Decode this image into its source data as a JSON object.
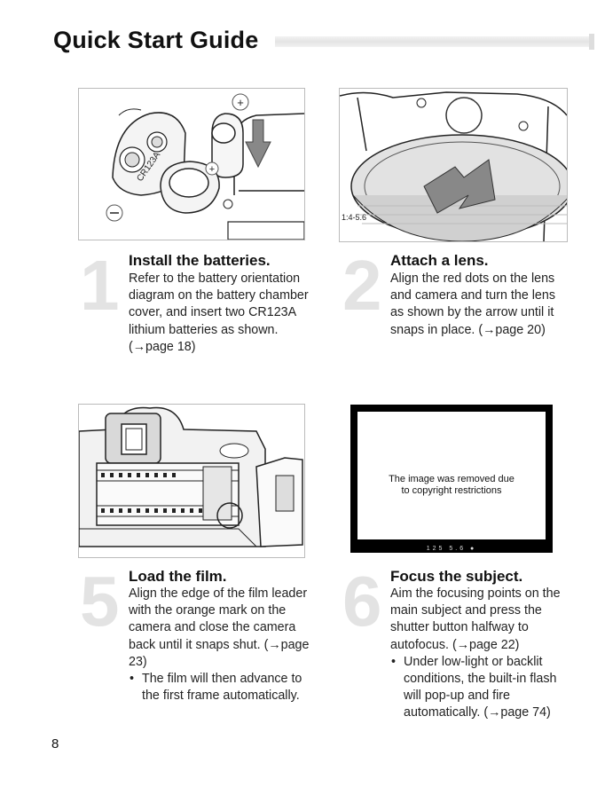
{
  "page": {
    "title": "Quick Start Guide",
    "page_number": "8"
  },
  "steps": [
    {
      "number": "1",
      "heading": "Install the batteries.",
      "body": "Refer to the battery orientation diagram on the battery chamber cover, and insert two CR123A lithium batteries as shown. (→page 18)"
    },
    {
      "number": "2",
      "heading": "Attach a lens.",
      "body": "Align the red dots on the lens and camera and turn the lens as shown by the arrow until it snaps in place. (→page 20)"
    },
    {
      "number": "5",
      "heading": "Load the film.",
      "body": "Align the edge of the film leader with the orange mark on the camera and close the camera back until it snaps shut. (→page 23)",
      "bullet": "The film will then advance to the first frame automatically."
    },
    {
      "number": "6",
      "heading": "Focus the subject.",
      "body": "Aim the focusing points on the main subject and press the shutter button halfway to autofocus. (→page 22)",
      "bullet": "Under low-light or backlit conditions, the built-in flash will pop-up and fire automatically. (→page 74)"
    }
  ],
  "figures": {
    "battery_label": "CR123A",
    "lens_label": "1:4-5.6",
    "removed_notice_line1": "The image was removed due",
    "removed_notice_line2": "to copyright restrictions",
    "viewfinder_readout": "125  5.6  ●"
  },
  "icons": {
    "battery_illustration": "battery-chamber-illustration",
    "lens_illustration": "lens-mount-illustration",
    "film_illustration": "film-loading-illustration"
  }
}
